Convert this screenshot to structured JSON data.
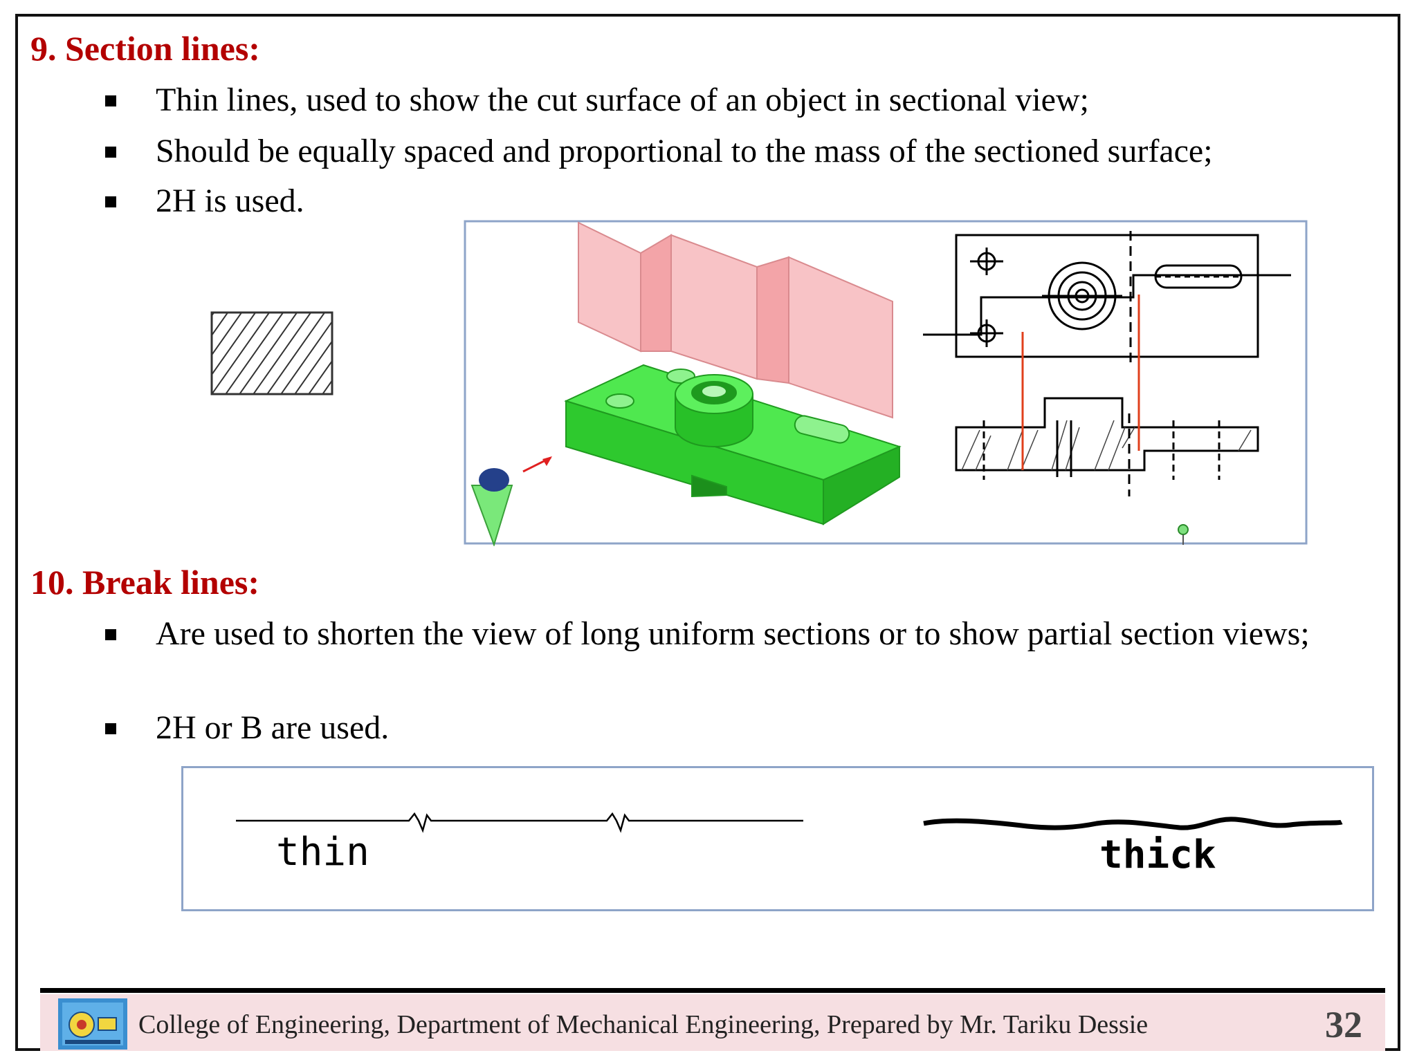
{
  "section9": {
    "heading": "9.  Section lines:",
    "bullets": [
      "Thin lines, used to  show the cut surface of an object in sectional view;",
      "Should be equally spaced and proportional to the mass of the sectioned surface;",
      "2H is used."
    ]
  },
  "section10": {
    "heading": "10. Break lines:",
    "bullets": [
      "Are used to shorten the view of long uniform sections or to  show partial section views;",
      "2H or B are used."
    ],
    "labels": {
      "thin": "thin",
      "thick": "thick"
    }
  },
  "footer": {
    "text": "College of Engineering, Department of Mechanical Engineering, Prepared by Mr. Tariku Dessie",
    "slide_number": "32"
  },
  "colors": {
    "heading": "#b30000",
    "footer_band": "#f6dfe2",
    "part_green": "#3ee03e",
    "section_plane": "#f7b5b8",
    "projection_line": "#e0401c"
  }
}
